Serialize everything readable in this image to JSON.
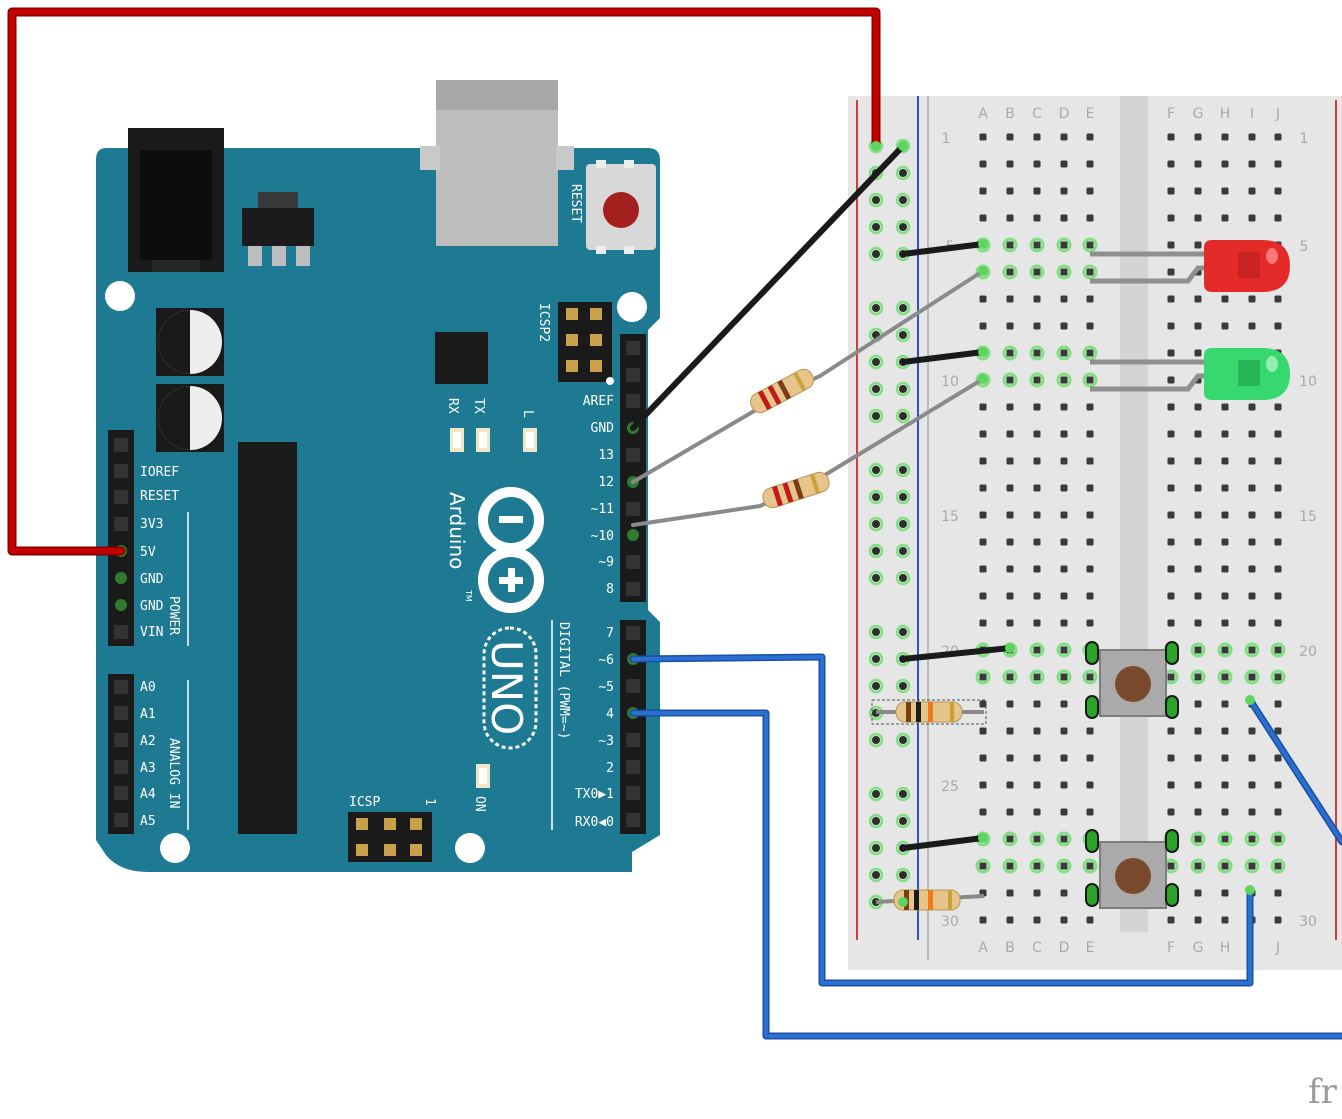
{
  "arduino": {
    "board_name": "Arduino",
    "trademark": "TM",
    "model": "UNO",
    "reset_label": "RESET",
    "icsp2_label": "ICSP2",
    "icsp_label": "ICSP",
    "icsp_pin1": "1",
    "on_label": "ON",
    "rx_label": "RX",
    "tx_label": "TX",
    "l_label": "L",
    "power_label": "POWER",
    "analog_label": "ANALOG IN",
    "digital_label": "DIGITAL (PWM=~)",
    "power_pins": [
      "IOREF",
      "RESET",
      "3V3",
      "5V",
      "GND",
      "GND",
      "VIN"
    ],
    "analog_pins": [
      "A0",
      "A1",
      "A2",
      "A3",
      "A4",
      "A5"
    ],
    "digital_upper": [
      "AREF",
      "GND",
      "13",
      "12",
      "~11",
      "~10",
      "~9",
      "8"
    ],
    "digital_lower": [
      "7",
      "~6",
      "~5",
      "4",
      "~3",
      "2",
      "TX0▶1",
      "RX0◀0"
    ]
  },
  "breadboard": {
    "columns_left": [
      "A",
      "B",
      "C",
      "D",
      "E"
    ],
    "columns_right": [
      "F",
      "G",
      "H",
      "I",
      "J"
    ],
    "row_numbers": [
      "1",
      "5",
      "10",
      "15",
      "20",
      "25",
      "30"
    ]
  },
  "colors": {
    "board": "#1d7a92",
    "wire_power": "#c20000",
    "wire_ground": "#1a1a1a",
    "wire_signal": "#8a8a8a",
    "wire_button": "#2b6fd1",
    "led_red": "#e52a2a",
    "led_green": "#36d86f",
    "breadboard": "#e6e6e6"
  },
  "watermark": "fr"
}
